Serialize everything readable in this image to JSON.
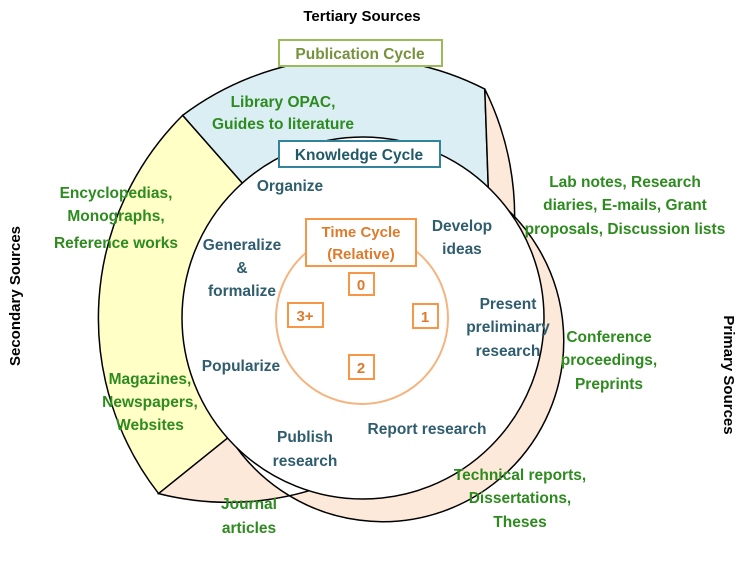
{
  "outer_labels": {
    "tertiary": "Tertiary Sources",
    "secondary": "Secondary Sources",
    "primary": "Primary Sources"
  },
  "cycles": {
    "publication": "Publication Cycle",
    "knowledge": "Knowledge Cycle",
    "time_line1": "Time Cycle",
    "time_line2": "(Relative)"
  },
  "time_steps": [
    "0",
    "1",
    "2",
    "3+"
  ],
  "tertiary_items": [
    "Library OPAC,",
    "Guides to literature"
  ],
  "secondary_items": {
    "encyclopedias": [
      "Encyclopedias,",
      "Monographs,",
      "Reference works"
    ],
    "magazines": [
      "Magazines,",
      "Newspapers,",
      "Websites"
    ]
  },
  "primary_items": {
    "lab_notes": [
      "Lab notes, Research",
      "diaries, E-mails, Grant",
      "proposals, Discussion lists"
    ],
    "conference": [
      "Conference",
      "proceedings,",
      "Preprints"
    ],
    "technical": [
      "Technical reports,",
      "Dissertations,",
      "Theses"
    ],
    "journal": [
      "Journal",
      "articles"
    ]
  },
  "knowledge_steps": {
    "organize": [
      "Organize"
    ],
    "develop": [
      "Develop",
      "ideas"
    ],
    "generalize": [
      "Generalize",
      "&",
      "formalize"
    ],
    "present": [
      "Present",
      "preliminary",
      "research"
    ],
    "popularize": [
      "Popularize"
    ],
    "report": [
      "Report research"
    ],
    "publish": [
      "Publish",
      "research"
    ]
  },
  "colors": {
    "tertiary_fill": "#daeef3",
    "secondary_fill": "#ffffc6",
    "primary_fill": "#fde9d9",
    "ring_stroke": "#000000",
    "time_circle": "#f5b37f"
  }
}
